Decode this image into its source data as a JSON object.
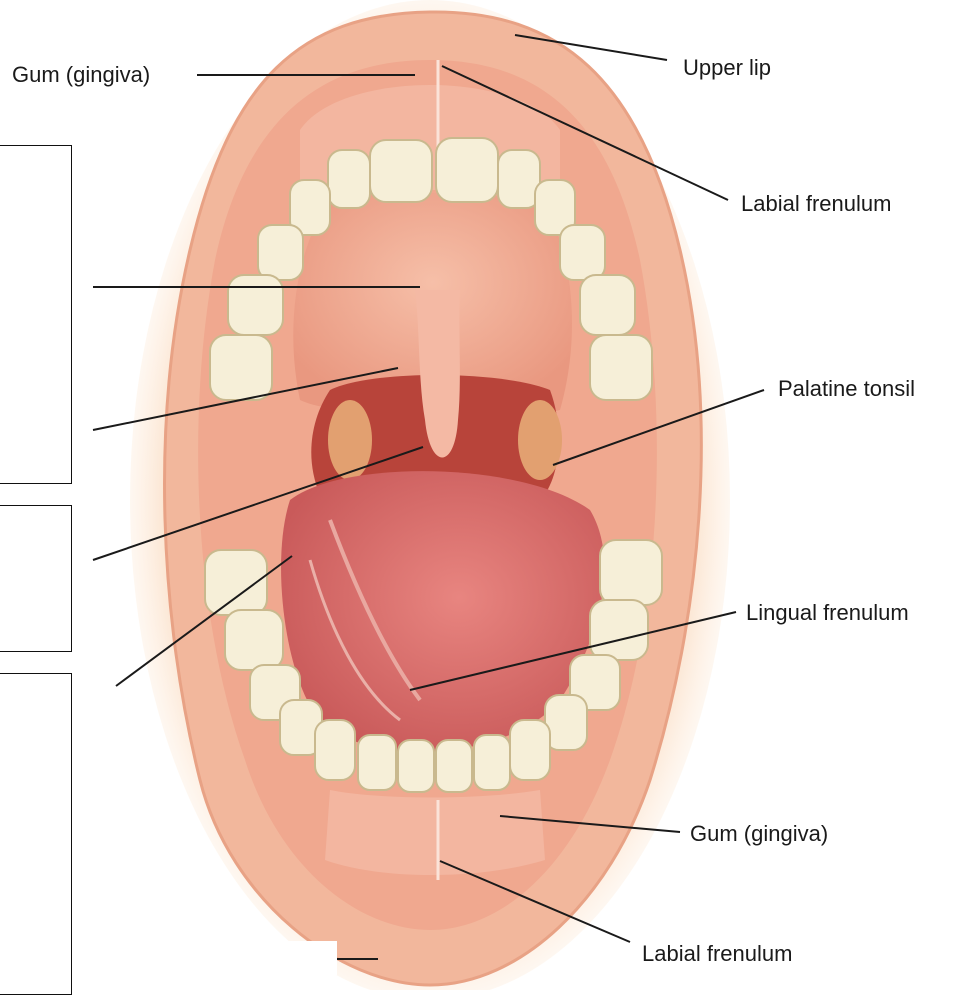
{
  "diagram": {
    "labels": {
      "gum_upper": "Gum (gingiva)",
      "upper_lip": "Upper lip",
      "labial_frenulum_upper": "Labial frenulum",
      "palatine_tonsil": "Palatine tonsil",
      "lingual_frenulum": "Lingual frenulum",
      "gum_lower": "Gum (gingiva)",
      "labial_frenulum_lower": "Labial frenulum"
    },
    "colors": {
      "lip": "#f2b79c",
      "lip_outer": "#f7d4bf",
      "palate": "#f0a58e",
      "throat": "#b8443a",
      "tongue": "#d96a6a",
      "tooth": "#f6efd8",
      "line": "#1a1a1a"
    }
  }
}
